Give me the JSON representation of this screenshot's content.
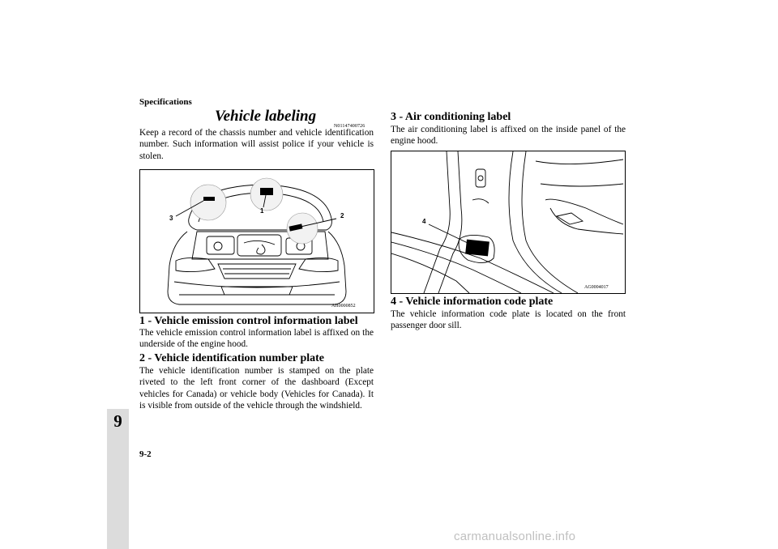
{
  "header": {
    "section": "Specifications",
    "page_number": "9-2",
    "chapter_tab": "9"
  },
  "title": {
    "text": "Vehicle labeling",
    "code": "N01147400726"
  },
  "intro": "Keep a record of the chassis number and vehicle identification number. Such information will assist police if your vehicle is stolen.",
  "figure1": {
    "code": "AH0000852",
    "callouts": [
      "1",
      "2",
      "3"
    ]
  },
  "sections": [
    {
      "heading": "1 - Vehicle emission control information label",
      "body": "The vehicle emission control information label is affixed on the underside of the engine hood."
    },
    {
      "heading": "2 - Vehicle identification number plate",
      "body": "The vehicle identification number is stamped on the plate riveted to the left front corner of the dashboard (Except vehicles for Canada) or vehicle body (Vehicles for Canada). It is visible from outside of the vehicle through the windshield."
    },
    {
      "heading": "3 - Air conditioning label",
      "body": "The air conditioning label is affixed on the inside panel of the engine hood."
    },
    {
      "heading": "4 - Vehicle information code plate",
      "body": "The vehicle information code plate is located on the front passenger door sill."
    }
  ],
  "figure2": {
    "code": "AG0004017",
    "callouts": [
      "4"
    ]
  },
  "watermark": "carmanualsonline.info"
}
